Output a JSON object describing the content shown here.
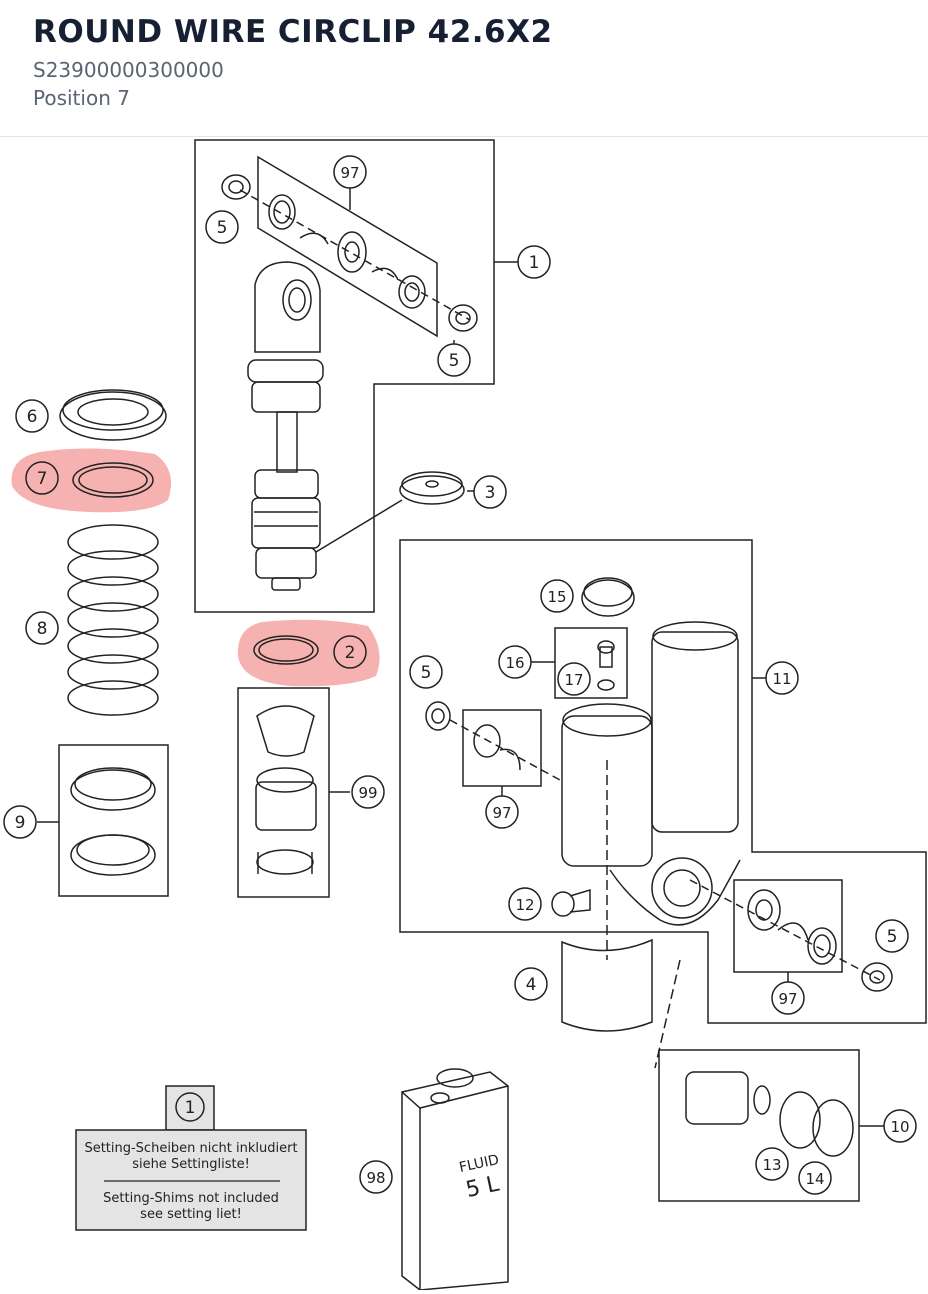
{
  "header": {
    "title": "ROUND WIRE CIRCLIP 42.6X2",
    "part_number": "S23900000300000",
    "position": "Position 7"
  },
  "colors": {
    "highlight": "#f4a4a2",
    "line": "#222222",
    "note_fill": "#e4e4e4"
  },
  "callouts": {
    "c1": "1",
    "c2": "2",
    "c3": "3",
    "c4": "4",
    "c5": "5",
    "c6": "6",
    "c7": "7",
    "c8": "8",
    "c9": "9",
    "c10": "10",
    "c11": "11",
    "c12": "12",
    "c13": "13",
    "c14": "14",
    "c15": "15",
    "c16": "16",
    "c17": "17",
    "c97": "97",
    "c98": "98",
    "c99": "99",
    "c1b": "1"
  },
  "note": {
    "line1": "Setting-Scheiben nicht inkludiert",
    "line2": "siehe Settingliste!",
    "line3": "Setting-Shims not included",
    "line4": "see setting liet!"
  },
  "canister_label": {
    "brand": "FLUID",
    "volume": "5 L"
  }
}
